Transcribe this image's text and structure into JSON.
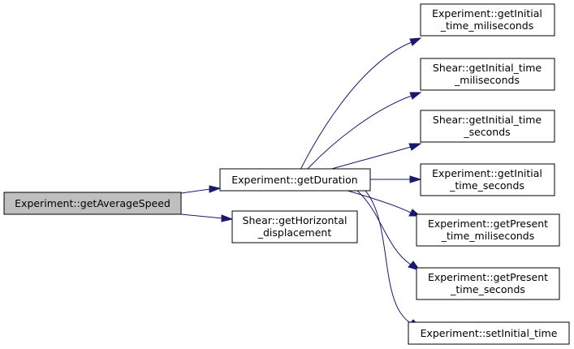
{
  "diagram": {
    "type": "call-graph",
    "nodes": {
      "root": {
        "lines": [
          "Experiment::getAverageSpeed"
        ]
      },
      "get_duration": {
        "lines": [
          "Experiment::getDuration"
        ]
      },
      "horizontal_displacement": {
        "lines": [
          "Shear::getHorizontal",
          "_displacement"
        ]
      },
      "exp_initial_ms": {
        "lines": [
          "Experiment::getInitial",
          "_time_miliseconds"
        ]
      },
      "shear_initial_ms": {
        "lines": [
          "Shear::getInitial_time",
          "_miliseconds"
        ]
      },
      "shear_initial_s": {
        "lines": [
          "Shear::getInitial_time",
          "_seconds"
        ]
      },
      "exp_initial_s": {
        "lines": [
          "Experiment::getInitial",
          "_time_seconds"
        ]
      },
      "exp_present_ms": {
        "lines": [
          "Experiment::getPresent",
          "_time_miliseconds"
        ]
      },
      "exp_present_s": {
        "lines": [
          "Experiment::getPresent",
          "_time_seconds"
        ]
      },
      "set_initial_time": {
        "lines": [
          "Experiment::setInitial_time"
        ]
      }
    },
    "edges": [
      {
        "from": "root",
        "to": "get_duration"
      },
      {
        "from": "root",
        "to": "horizontal_displacement"
      },
      {
        "from": "get_duration",
        "to": "exp_initial_ms"
      },
      {
        "from": "get_duration",
        "to": "shear_initial_ms"
      },
      {
        "from": "get_duration",
        "to": "shear_initial_s"
      },
      {
        "from": "get_duration",
        "to": "exp_initial_s"
      },
      {
        "from": "get_duration",
        "to": "exp_present_ms"
      },
      {
        "from": "get_duration",
        "to": "exp_present_s"
      },
      {
        "from": "get_duration",
        "to": "set_initial_time"
      }
    ],
    "colors": {
      "edge": "#191970",
      "root_fill": "#bfbfbf",
      "node_fill": "#ffffff",
      "node_border": "#000000"
    }
  }
}
